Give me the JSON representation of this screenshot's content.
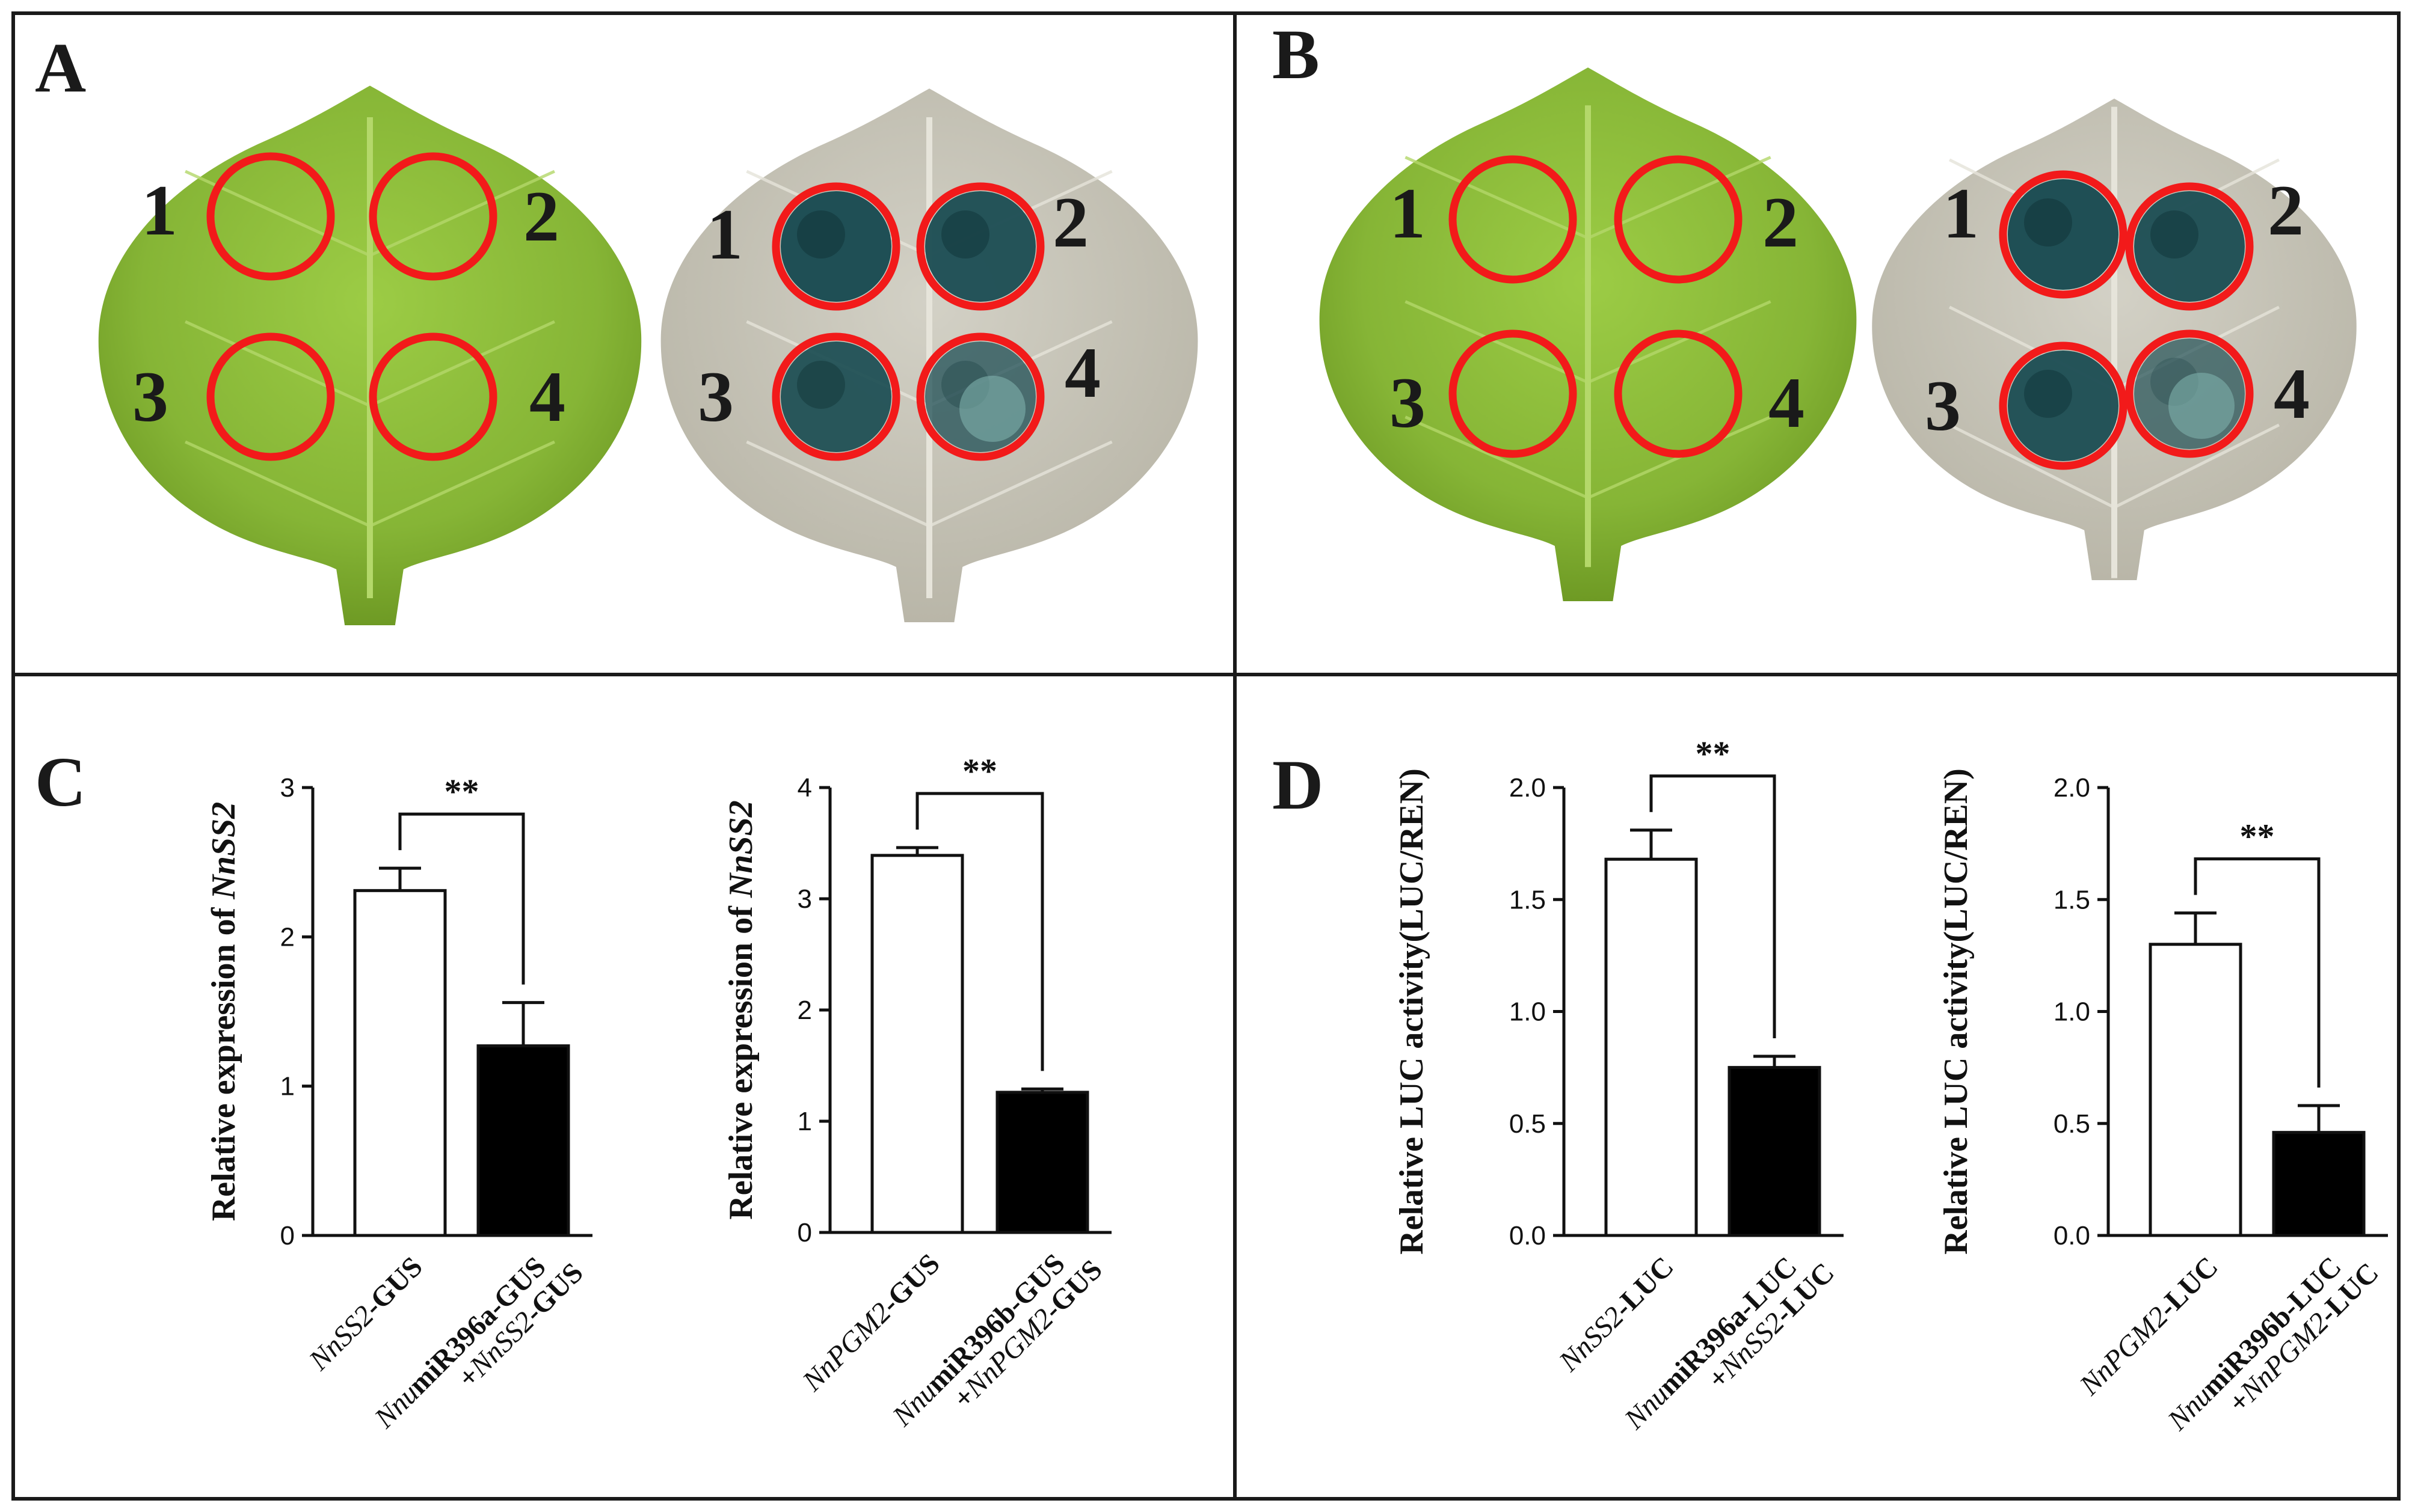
{
  "panels": {
    "a": {
      "label": "A"
    },
    "b": {
      "label": "B"
    },
    "c": {
      "label": "C"
    },
    "d": {
      "label": "D"
    }
  },
  "spot_numbers": [
    "1",
    "2",
    "3",
    "4"
  ],
  "colors": {
    "leaf_green": "#8bb83a",
    "stained_leaf": "#c9c7bb",
    "gus_blue": "#1f4f55",
    "circle_red": "#f21a1a",
    "bar_control": "#ffffff",
    "bar_treatment": "#000000"
  },
  "chart_data": [
    {
      "panel": "C",
      "type": "bar",
      "ylabel": "Relative expression of NnSS2",
      "ylabel_parts": {
        "plain": "Relative expression of ",
        "italic": "NnSS2"
      },
      "ylim": [
        0,
        3
      ],
      "yticks": [
        "0",
        "1",
        "2",
        "3"
      ],
      "categories": [
        {
          "lines": [
            {
              "italic": "NnSS2",
              "plain": "-GUS"
            }
          ]
        },
        {
          "lines": [
            {
              "italic": "Nnu",
              "bold": "miR396a",
              "plain": "-GUS"
            },
            {
              "plain": "+",
              "italic": "NnSS2",
              "plain2": "-GUS"
            }
          ]
        }
      ],
      "values": [
        2.31,
        1.27
      ],
      "errors": [
        0.15,
        0.29
      ],
      "significance": "**"
    },
    {
      "panel": "C",
      "type": "bar",
      "ylabel": "Relative expression of NnSS2",
      "ylabel_parts": {
        "plain": "Relative expression of ",
        "italic": "NnSS2"
      },
      "ylim": [
        0,
        4
      ],
      "yticks": [
        "0",
        "1",
        "2",
        "3",
        "4"
      ],
      "categories": [
        {
          "lines": [
            {
              "italic": "NnPGM2",
              "plain": "-GUS"
            }
          ]
        },
        {
          "lines": [
            {
              "italic": "Nnu",
              "bold": "miR396b",
              "plain": "-GUS"
            },
            {
              "plain": "+",
              "italic": "NnPGM2",
              "plain2": "-GUS"
            }
          ]
        }
      ],
      "values": [
        3.39,
        1.26
      ],
      "errors": [
        0.07,
        0.03
      ],
      "significance": "**"
    },
    {
      "panel": "D",
      "type": "bar",
      "ylabel": "Relative LUC activity(LUC/REN)",
      "ylabel_parts": {
        "plain": "Relative LUC activity(LUC/REN)",
        "italic": ""
      },
      "ylim": [
        0,
        2.0
      ],
      "yticks": [
        "0.0",
        "0.5",
        "1.0",
        "1.5",
        "2.0"
      ],
      "categories": [
        {
          "lines": [
            {
              "italic": "NnSS2",
              "plain": "-LUC"
            }
          ]
        },
        {
          "lines": [
            {
              "italic": "Nnu",
              "bold": "miR396a",
              "plain": "-LUC"
            },
            {
              "plain": "+",
              "italic": "NnSS2",
              "plain2": "-LUC"
            }
          ]
        }
      ],
      "values": [
        1.68,
        0.75
      ],
      "errors": [
        0.13,
        0.05
      ],
      "significance": "**"
    },
    {
      "panel": "D",
      "type": "bar",
      "ylabel": "Relative LUC activity(LUC/REN)",
      "ylabel_parts": {
        "plain": "Relative LUC activity(LUC/REN)",
        "italic": ""
      },
      "ylim": [
        0,
        2.0
      ],
      "yticks": [
        "0.0",
        "0.5",
        "1.0",
        "1.5",
        "2.0"
      ],
      "categories": [
        {
          "lines": [
            {
              "italic": "NnPGM2",
              "plain": "-LUC"
            }
          ]
        },
        {
          "lines": [
            {
              "italic": "Nnu",
              "bold": "miR396b",
              "plain": "-LUC"
            },
            {
              "plain": "+",
              "italic": "NnPGM2",
              "plain2": "-LUC"
            }
          ]
        }
      ],
      "values": [
        1.3,
        0.46
      ],
      "errors": [
        0.14,
        0.12
      ],
      "significance": "**"
    }
  ]
}
